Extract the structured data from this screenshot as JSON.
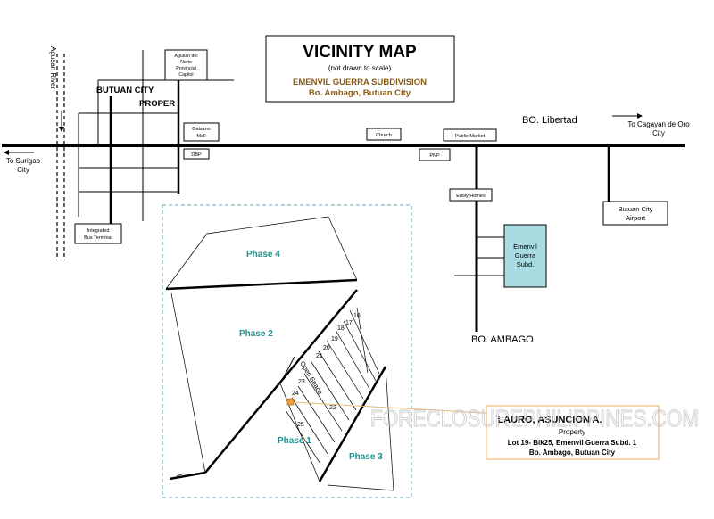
{
  "title": {
    "heading": "VICINITY MAP",
    "note": "(not drawn to scale)",
    "subdivision": "EMENVIL GUERRA SUBDIVISION",
    "location": "Bo. Ambago, Butuan City"
  },
  "places": {
    "agusan_river": "Agusan  River",
    "butuan_city": "BUTUAN CITY",
    "proper": "PROPER",
    "capitol": [
      "Agusan del",
      "Norte",
      "Provincial",
      "Capitol"
    ],
    "gaisano": [
      "Gaisano",
      "Mall"
    ],
    "dbp": "DBP",
    "church": "Church",
    "public_market": "Public Market",
    "pnp": "PNP",
    "libertad": "BO.  Libertad",
    "to_cdo": [
      "To  Cagayan de Oro",
      "City"
    ],
    "to_surigao": [
      "To Surigao",
      "City"
    ],
    "emily_homes": "Emily Homes",
    "emenvil_box": [
      "Emenvil",
      "Guerra",
      "Subd."
    ],
    "airport": [
      "Butuan City",
      "Airport"
    ],
    "terminal": [
      "Integrated",
      "Bus Terminal"
    ],
    "ambago": "BO.  AMBAGO"
  },
  "inset": {
    "phase4": "Phase 4",
    "phase2": "Phase 2",
    "phase1": "Phase 1",
    "phase3": "Phase 3",
    "open_space": "Open Space",
    "lots": [
      "16",
      "17",
      "18",
      "19",
      "20",
      "21",
      "22",
      "23",
      "24",
      "25"
    ]
  },
  "property": {
    "owner": "LAURO, ASUNCION A.",
    "type": "Property",
    "lot": "Lot 19- Blk25,  Emenvil Guerra Subd. 1",
    "address": "Bo. Ambago, Butuan City"
  },
  "watermark": "FORECLOSUREPHILIPPINES.COM",
  "colors": {
    "subdivision_text": "#8a5a14",
    "phase_text": "#1f8f8f",
    "inset_border": "#5aa6b4",
    "subd_box_fill": "#a9dce0",
    "marker": "#f0a23c",
    "leader": "#e8b878"
  }
}
